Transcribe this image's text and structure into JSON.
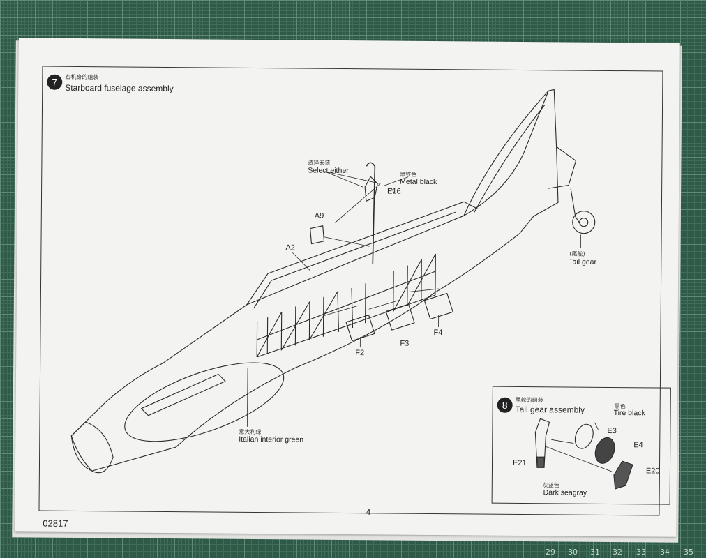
{
  "sheet": {
    "page_number": "4",
    "kit_code": "02817"
  },
  "step7": {
    "number": "7",
    "title_cn": "右机身的组装",
    "title_en": "Starboard fuselage assembly",
    "select_cn": "选择安装",
    "select_en": "Select either",
    "metal_cn": "黑铁色",
    "metal_en": "Metal black",
    "tail_cn": "(尾舵)",
    "tail_en": "Tail gear",
    "interior_cn": "意大利绿",
    "interior_en": "Italian interior green",
    "parts": {
      "a9": "A9",
      "a2": "A2",
      "e16": "E16",
      "f2": "F2",
      "f3": "F3",
      "f4": "F4"
    }
  },
  "step8": {
    "number": "8",
    "title_cn": "尾轮的组装",
    "title_en": "Tail gear assembly",
    "tire_cn": "黑色",
    "tire_en": "Tire black",
    "seagray_cn": "灰蓝色",
    "seagray_en": "Dark seagray",
    "parts": {
      "e3": "E3",
      "e4": "E4",
      "e20": "E20",
      "e21": "E21"
    }
  },
  "mat_numbers": [
    "29",
    "30",
    "31",
    "32",
    "33",
    "34",
    "35"
  ],
  "colors": {
    "mat": "#2e5a47",
    "paper": "#f3f3f1",
    "line": "#333333"
  }
}
